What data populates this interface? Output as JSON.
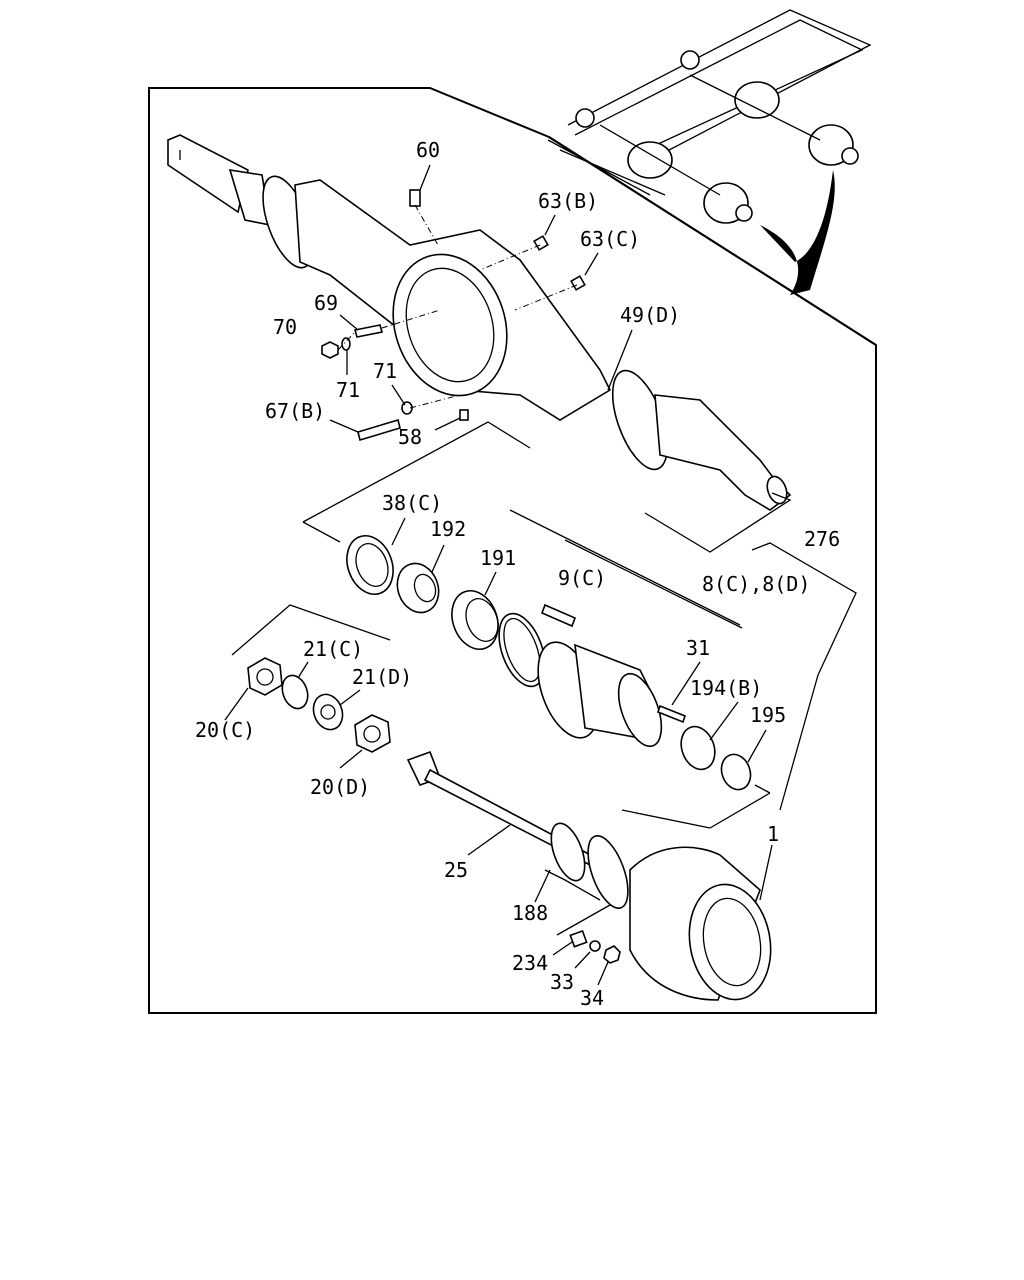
{
  "labels": {
    "l60": "60",
    "l63b": "63(B)",
    "l63c": "63(C)",
    "l69": "69",
    "l70": "70",
    "l71a": "71",
    "l71b": "71",
    "l67b": "67(B)",
    "l58": "58",
    "l49d": "49(D)",
    "l38c": "38(C)",
    "l192": "192",
    "l191": "191",
    "l9c": "9(C)",
    "l8": "8(C),8(D)",
    "l276": "276",
    "l21c": "21(C)",
    "l21d": "21(D)",
    "l20c": "20(C)",
    "l20d": "20(D)",
    "l31": "31",
    "l194b": "194(B)",
    "l195": "195",
    "l25": "25",
    "l1": "1",
    "l188": "188",
    "l234": "234",
    "l33": "33",
    "l34": "34"
  }
}
